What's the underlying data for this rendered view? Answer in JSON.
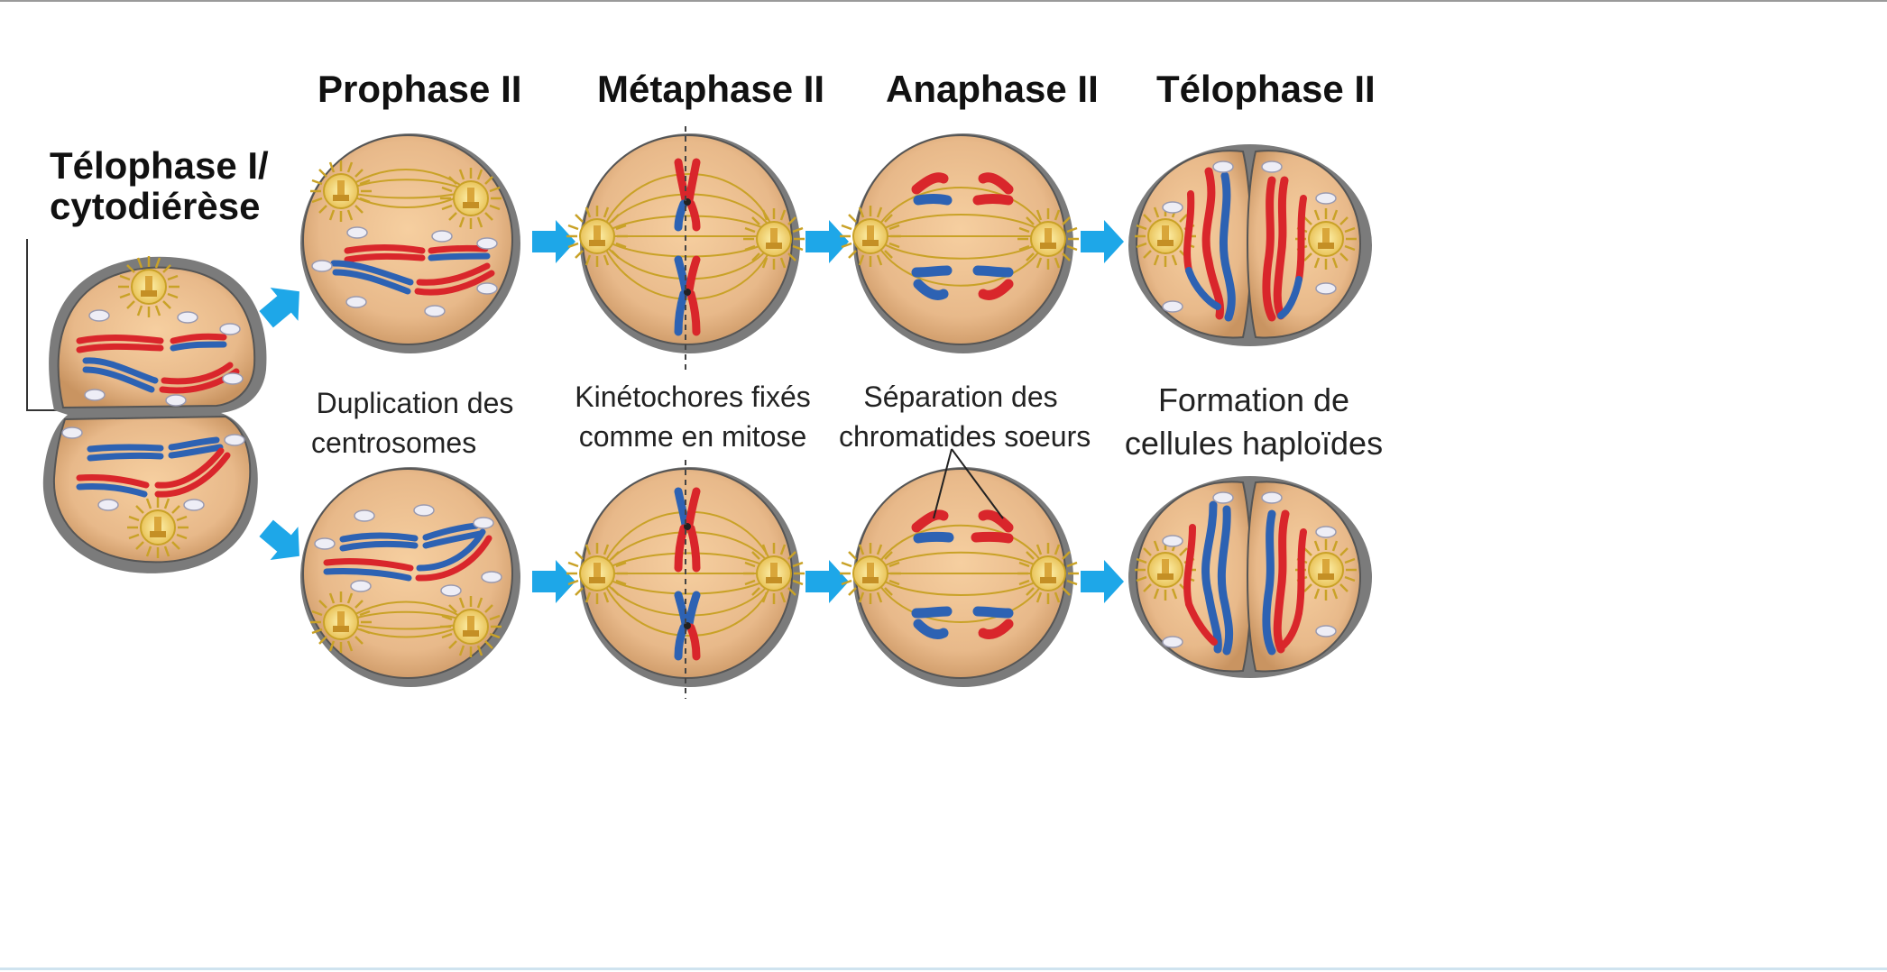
{
  "titles": {
    "telophase_i_line1": "Télophase I/",
    "telophase_i_line2": "cytodiérèse",
    "prophase_ii": "Prophase II",
    "metaphase_ii": "Métaphase  II",
    "anaphase_ii": "Anaphase II",
    "telophase_ii": "Télophase II"
  },
  "captions": {
    "prophase_l1": "Duplication des",
    "prophase_l2": "centrosomes",
    "metaphase_l1": "Kinétochores fixés",
    "metaphase_l2": "comme en mitose",
    "anaphase_l1": "Séparation des",
    "anaphase_l2": "chromatides soeurs",
    "telophase_l1": "Formation de",
    "telophase_l2": "cellules haploïdes"
  },
  "colors": {
    "cytoplasm": "#e8b98a",
    "cell_edge": "#8a8a8a",
    "paternal_chromosome": "#d9262b",
    "maternal_chromosome": "#2d62b3",
    "spindle": "#c9a227",
    "arrow": "#1ea7e8"
  }
}
